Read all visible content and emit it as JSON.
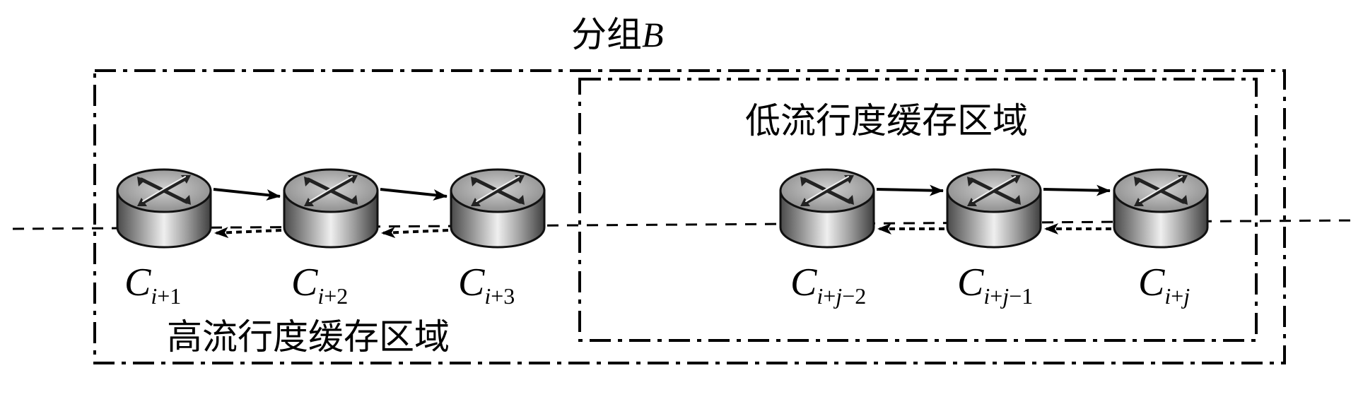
{
  "group_title": {
    "prefix": "分组",
    "var": "B"
  },
  "regions": {
    "high": {
      "label": "高流行度缓存区域"
    },
    "low": {
      "label": "低流行度缓存区域"
    }
  },
  "nodes": [
    {
      "id": "c-i-plus-1",
      "main": "C",
      "sub_i": "i",
      "sub_rest": "+1"
    },
    {
      "id": "c-i-plus-2",
      "main": "C",
      "sub_i": "i",
      "sub_rest": "+2"
    },
    {
      "id": "c-i-plus-3",
      "main": "C",
      "sub_i": "i",
      "sub_rest": "+3"
    },
    {
      "id": "c-i-plus-j-minus-2",
      "main": "C",
      "sub_i": "i",
      "sub_rest": "+",
      "sub_j": "j",
      "sub_tail": "−2"
    },
    {
      "id": "c-i-plus-j-minus-1",
      "main": "C",
      "sub_i": "i",
      "sub_rest": "+",
      "sub_j": "j",
      "sub_tail": "−1"
    },
    {
      "id": "c-i-plus-j",
      "main": "C",
      "sub_i": "i",
      "sub_rest": "+",
      "sub_j": "j",
      "sub_tail": ""
    }
  ],
  "icons": {
    "router": "router-icon",
    "arrow_forward": "solid-arrow-icon",
    "arrow_back": "dashed-arrow-icon"
  },
  "colors": {
    "line": "#000000",
    "router_top": "#9a9a9a",
    "router_body_light": "#e4e4e4",
    "router_body_dark": "#5a5a5a"
  }
}
